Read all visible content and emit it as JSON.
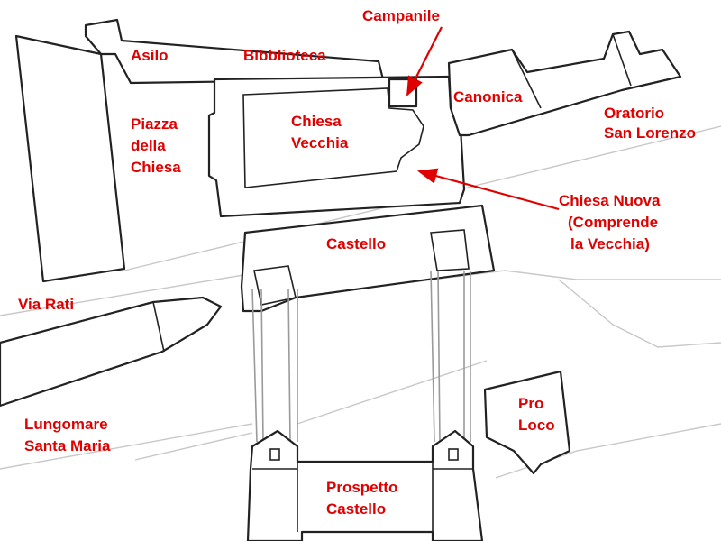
{
  "map": {
    "label_color": "#e00000",
    "labels": {
      "campanile": "Campanile",
      "asilo": "Asilo",
      "biblioteca": "Bibblioteca",
      "canonica": "Canonica",
      "oratorio_1": "Oratorio",
      "oratorio_2": "San Lorenzo",
      "piazza_1": "Piazza",
      "piazza_2": "della",
      "piazza_3": "Chiesa",
      "vecchia_1": "Chiesa",
      "vecchia_2": "Vecchia",
      "nuova_1": "Chiesa Nuova",
      "nuova_2": "(Comprende",
      "nuova_3": "la Vecchia)",
      "castello": "Castello",
      "via_rati": "Via Rati",
      "lungomare_1": "Lungomare",
      "lungomare_2": "Santa Maria",
      "proloco_1": "Pro",
      "proloco_2": "Loco",
      "prospetto_1": "Prospetto",
      "prospetto_2": "Castello"
    }
  }
}
